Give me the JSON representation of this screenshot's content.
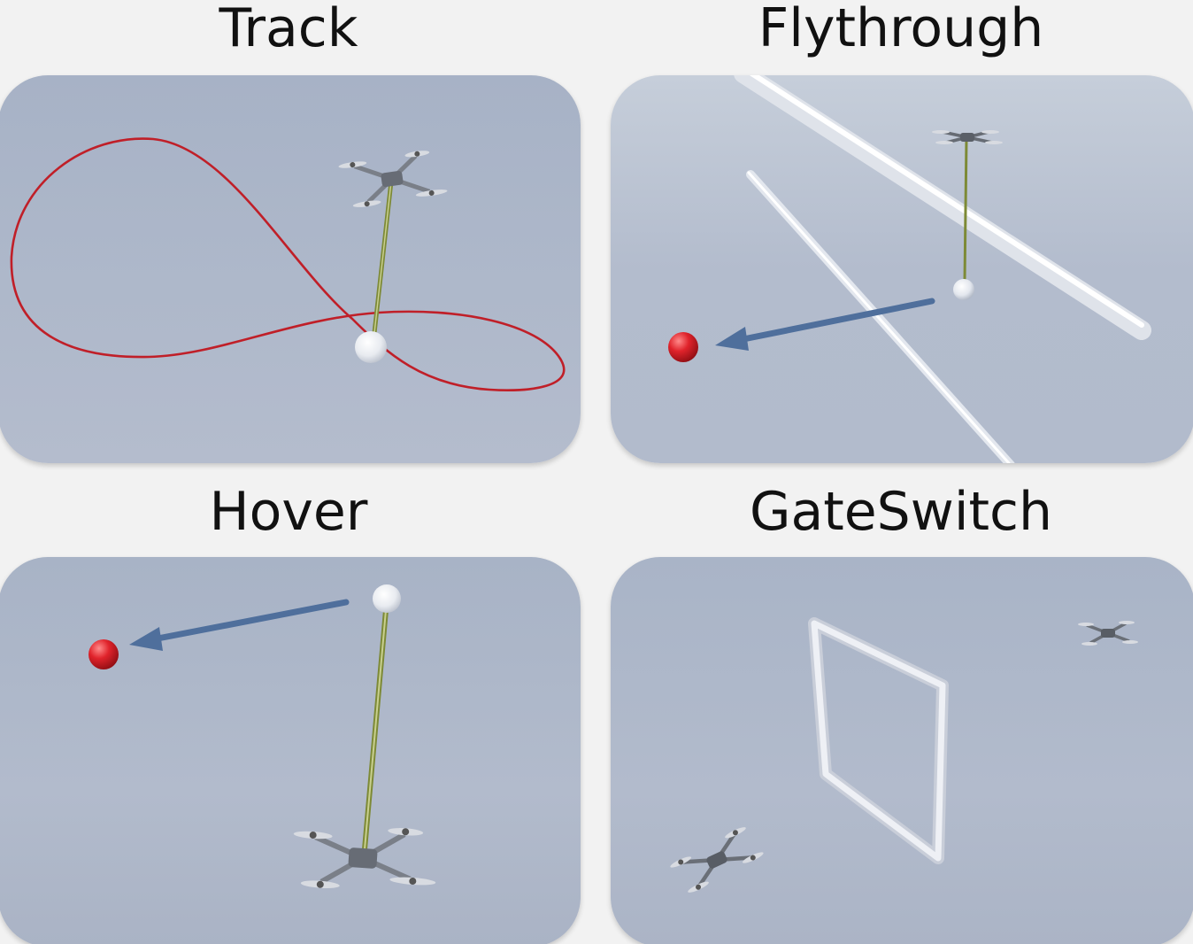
{
  "panels": [
    {
      "id": "track",
      "title": "Track"
    },
    {
      "id": "flythrough",
      "title": "Flythrough"
    },
    {
      "id": "hover",
      "title": "Hover"
    },
    {
      "id": "gateswitch",
      "title": "GateSwitch"
    }
  ],
  "colors": {
    "background": "#f2f2f2",
    "sky_top": "#a8b3c6",
    "sky_bottom": "#b3bccd",
    "trajectory": "#c01f28",
    "arrow": "#4f6f9c",
    "target_ball": "#d4151d",
    "tether": "#7d8a36",
    "gate_bar": "#e6e9f0"
  },
  "icons": [
    "quadrotor-drone-icon",
    "payload-sphere-icon",
    "target-ball-icon",
    "direction-arrow-icon",
    "gate-frame-icon"
  ]
}
